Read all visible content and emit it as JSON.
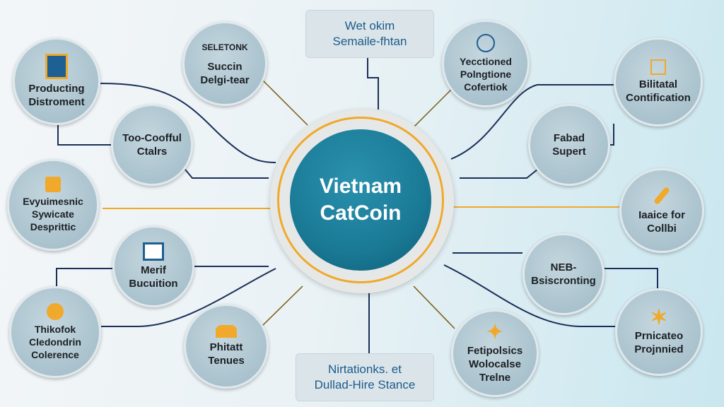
{
  "hub": {
    "line1": "Vietnam",
    "line2": "CatCoin"
  },
  "top_box": {
    "line1": "Wet okim",
    "line2": "Semaile-fhtan"
  },
  "bottom_box": {
    "line1": "Nirtationks. et",
    "line2": "Dullad-Hire Stance"
  },
  "nodes": {
    "producing": {
      "line1": "Producting",
      "line2": "Distroment"
    },
    "succin": {
      "logo": "SELETONK",
      "line1": "Succin",
      "line2": "Delgi-tear"
    },
    "too_coofful": {
      "line1": "Too-Coofful",
      "line2": "Ctalrs"
    },
    "evyuimesnic": {
      "line1": "Evyuimesnic",
      "line2": "Sywicate",
      "line3": "Desprittic"
    },
    "merif": {
      "line1": "Merif",
      "line2": "Bucuition"
    },
    "thikofok": {
      "line1": "Thikofok",
      "line2": "Cledondrin",
      "line3": "Colerence"
    },
    "phitatt": {
      "line1": "Phitatt",
      "line2": "Tenues"
    },
    "yectioned": {
      "line1": "Yecctioned",
      "line2": "Polngtione",
      "line3": "Cofertiok"
    },
    "bilitatal": {
      "line1": "Bilitatal",
      "line2": "Contification"
    },
    "fabad": {
      "line1": "Fabad",
      "line2": "Supert"
    },
    "iaaice": {
      "line1": "Iaaice for",
      "line2": "Collbi"
    },
    "neb": {
      "line1": "NEB-",
      "line2": "Bsiscronting"
    },
    "fetipolsics": {
      "line1": "Fetipolsics",
      "line2": "Wolocalse",
      "line3": "Trelne"
    },
    "prnicateo": {
      "line1": "Prnicateo",
      "line2": "Projnnied"
    }
  },
  "colors": {
    "accent": "#f0a92a",
    "hub": "#1a7a96",
    "line": "#1b2f5a"
  }
}
